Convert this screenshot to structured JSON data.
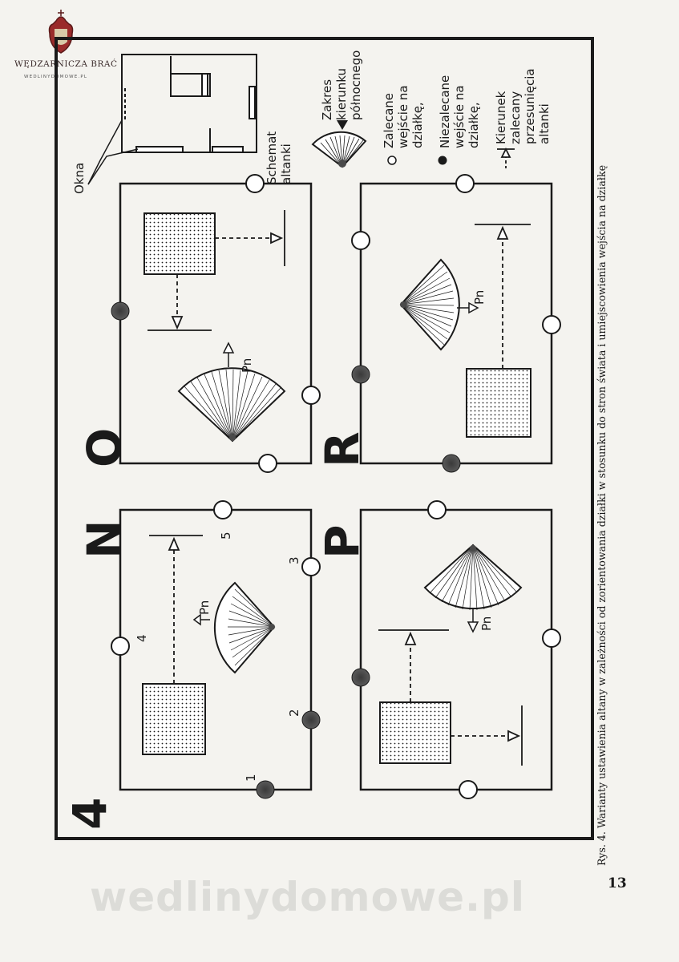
{
  "logo": {
    "title": "WĘDZARNICZA BRAĆ",
    "subtitle": "WEDLINYDOMOWE.PL"
  },
  "figure": {
    "number": "4",
    "variants": [
      "N",
      "O",
      "P",
      "R"
    ],
    "point_numbers": [
      "1",
      "2",
      "3",
      "4",
      "5"
    ],
    "north_symbol": "Pn",
    "legend": {
      "windows": "Okna",
      "gazebo_schema": [
        "Schemat",
        "altanki"
      ],
      "north_range": [
        "Zakres",
        "kierunku",
        "północnego"
      ],
      "recommended_entry": [
        "Zalecane",
        "wejście na",
        "działkę,"
      ],
      "not_recommended_entry": [
        "Niezalecane",
        "wejście na",
        "działkę,"
      ],
      "shift_direction": [
        "Kierunek",
        "zalecany",
        "przesunięcia",
        "altanki"
      ]
    }
  },
  "caption": "Rys. 4. Warianty ustawienia altany w zależności od zorientowania działki w stosunku do stron świata i umiejscowienia wejścia na działkę",
  "page_number": "13",
  "watermark": "wedlinydomowe.pl"
}
